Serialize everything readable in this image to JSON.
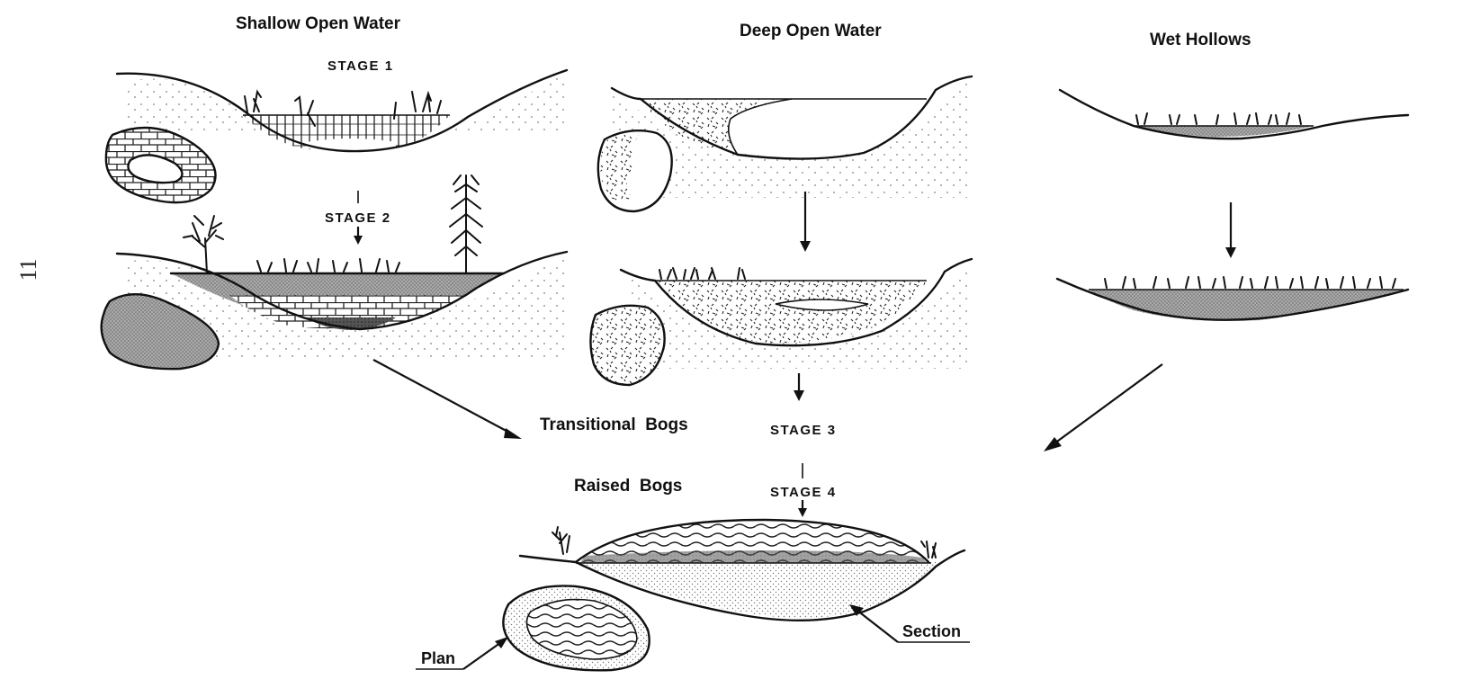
{
  "columns": {
    "shallow": "Shallow Open Water",
    "deep": "Deep Open Water",
    "hollows": "Wet Hollows"
  },
  "stages": {
    "stage1": "STAGE 1",
    "stage2": "STAGE 2",
    "stage3": "STAGE 3",
    "stage4": "STAGE 4"
  },
  "bog_types": {
    "transitional": "Transitional  Bogs",
    "raised": "Raised  Bogs"
  },
  "callouts": {
    "plan": "Plan",
    "section": "Section"
  },
  "page_number": "11"
}
